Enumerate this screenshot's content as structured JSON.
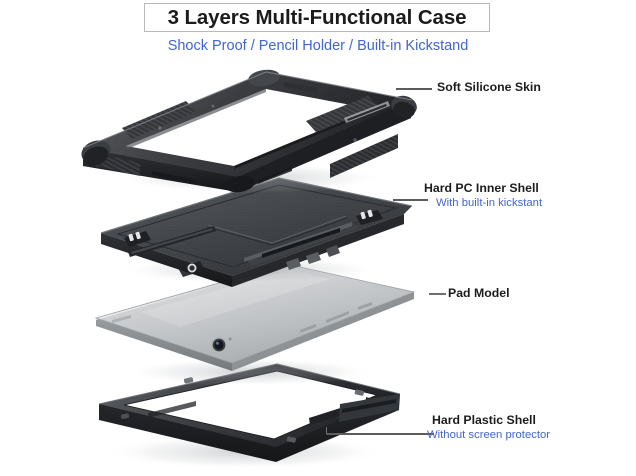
{
  "header": {
    "title": "3 Layers Multi-Functional Case",
    "subtitle": "Shock Proof / Pencil Holder / Built-in Kickstand",
    "title_border_color": "#b9b9b9",
    "accent_color": "#4166cd"
  },
  "callouts": [
    {
      "id": "soft-silicone-skin",
      "label": "Soft Silicone Skin",
      "sublabel": "",
      "layer": "outer"
    },
    {
      "id": "hard-pc-inner-shell",
      "label": "Hard PC Inner Shell",
      "sublabel": "With built-in kickstant",
      "layer": "inner"
    },
    {
      "id": "pad-model",
      "label": "Pad Model",
      "sublabel": "",
      "layer": "device"
    },
    {
      "id": "hard-plastic-shell",
      "label": "Hard Plastic Shell",
      "sublabel": "Without screen protector",
      "layer": "base"
    }
  ],
  "artwork": {
    "background": "#ffffff",
    "layers": [
      {
        "name": "soft-silicone-skin-frame",
        "color": "#3a3c3f",
        "type": "open-frame"
      },
      {
        "name": "hard-pc-inner-shell-plate",
        "color": "#46484b",
        "type": "solid-backplate"
      },
      {
        "name": "pad-model-tablet",
        "color": "#c9cbcd",
        "type": "tablet-slab"
      },
      {
        "name": "hard-plastic-shell-frame",
        "color": "#2e3033",
        "type": "open-frame"
      }
    ]
  }
}
